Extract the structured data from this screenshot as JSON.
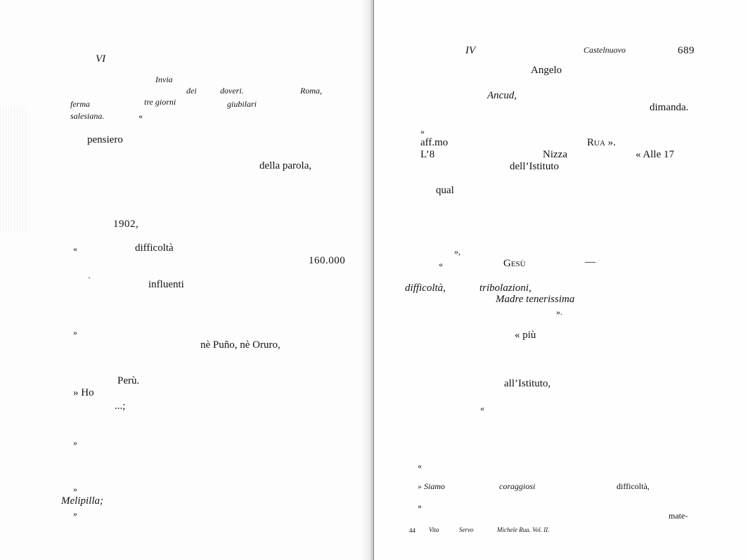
{
  "left_page": {
    "chapter": "VI",
    "lines": {
      "invia": "Invia",
      "dei": "dei",
      "doveri": "doveri.",
      "roma": "Roma,",
      "ferma": "ferma",
      "tre_giorni": "tre giorni",
      "giubilari": "giubilari",
      "salesiana": "salesiana.",
      "open_quote_1": "«",
      "pensiero": "pensiero",
      "della_parola": "della parola,",
      "year": "1902,",
      "open_quote_2": "«",
      "difficolta": "difficoltà",
      "amount": "160.000",
      "backtick": "`",
      "influenti": "influenti",
      "close_quote_1": "»",
      "puno_oruro": "nè Puño, nè Oruro,",
      "peru": "Perù.",
      "ho": "» Ho",
      "ellipsis": "...;",
      "close_quote_2": "»",
      "close_quote_3": "»",
      "melipilla": "Melipilla;",
      "close_quote_4": "»"
    }
  },
  "right_page": {
    "chapter": "IV",
    "running_head": "Castelnuovo",
    "page_number": "689",
    "lines": {
      "angelo": "Angelo",
      "ancud": "Ancud,",
      "dimanda": "dimanda.",
      "close_quote_1": "»",
      "affmo": "aff.mo",
      "rua": "Rua ».",
      "l8": "L’8",
      "nizza": "Nizza",
      "alle_17": "« Alle 17",
      "istituto": "dell’Istituto",
      "qual": "qual",
      "close_quote_comma": "»,",
      "open_quote_1": "«",
      "gesu": "Gesù",
      "dash": "—",
      "difficolta": "difficoltà,",
      "tribolazioni": "tribolazioni,",
      "madre_tenerissima": "Madre tenerissima",
      "close_quote_dot": "».",
      "piu": "« più",
      "all_istituto": "all’Istituto,",
      "open_quote_2": "«",
      "open_quote_3": "«",
      "siamo": "» Siamo",
      "coraggiosi": "coraggiosi",
      "difficolta_2": "difficoltà,",
      "close_quote_2": "»",
      "mate": "mate-"
    },
    "footer": {
      "signature": "44",
      "vita": "Vita",
      "servo": "Servo",
      "michele_rua": "Michele Rua. Vol. II."
    }
  }
}
